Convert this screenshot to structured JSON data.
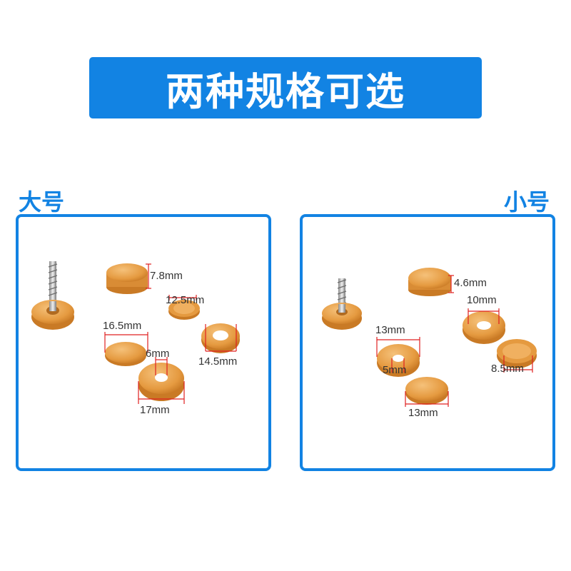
{
  "banner": {
    "title": "两种规格可选"
  },
  "large": {
    "label": "大号",
    "dims": {
      "height": "7.8mm",
      "inner": "12.5mm",
      "cap_dia": "16.5mm",
      "hole": "6mm",
      "washer_outer": "14.5mm",
      "base_dia": "17mm"
    }
  },
  "small": {
    "label": "小号",
    "dims": {
      "height": "4.6mm",
      "inner": "10mm",
      "washer": "13mm",
      "hole": "5mm",
      "cap": "13mm",
      "washer_outer": "8.5mm"
    }
  },
  "colors": {
    "accent": "#1283e3",
    "plastic": "#e8a04a",
    "dimension": "#e02020"
  }
}
